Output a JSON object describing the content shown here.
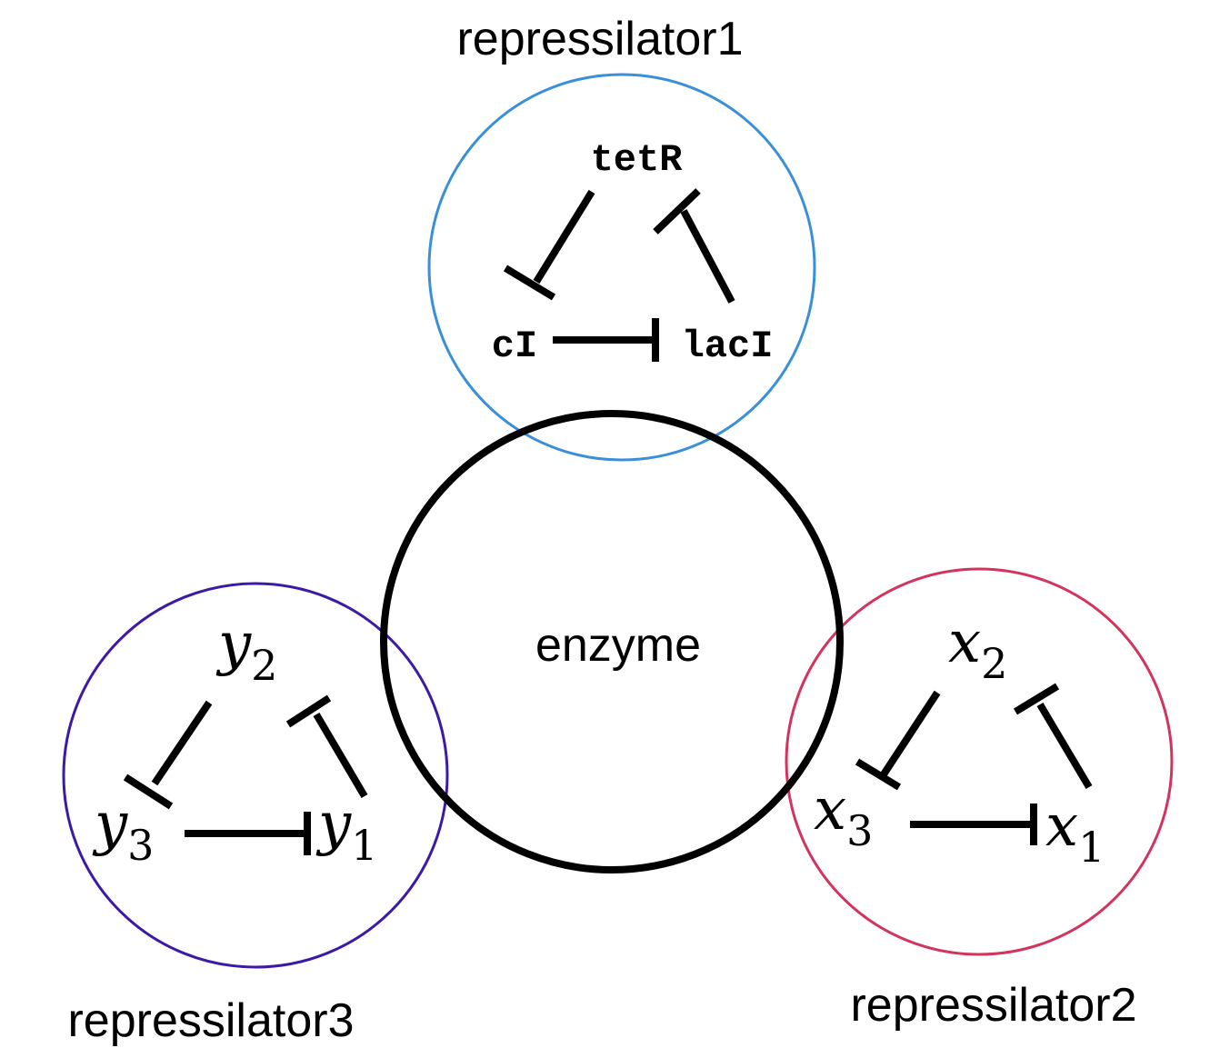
{
  "modules": {
    "top": {
      "title": "repressilator1",
      "color": "#3a8fd9",
      "genes": {
        "top": "tetR",
        "left": "cI",
        "right": "lacI"
      }
    },
    "right": {
      "title": "repressilator2",
      "color": "#d3345e",
      "genes": {
        "top": {
          "base": "x",
          "sub": "2"
        },
        "left": {
          "base": "x",
          "sub": "3"
        },
        "right": {
          "base": "x",
          "sub": "1"
        }
      }
    },
    "left": {
      "title": "repressilator3",
      "color": "#3d1aa6",
      "genes": {
        "top": {
          "base": "y",
          "sub": "2"
        },
        "left": {
          "base": "y",
          "sub": "3"
        },
        "right": {
          "base": "y",
          "sub": "1"
        }
      }
    }
  },
  "center": {
    "label": "enzyme",
    "color": "#000000"
  },
  "edges": [
    {
      "from": "tetR",
      "to": "cI",
      "type": "repression"
    },
    {
      "from": "cI",
      "to": "lacI",
      "type": "repression"
    },
    {
      "from": "lacI",
      "to": "tetR",
      "type": "repression"
    },
    {
      "from": "x2",
      "to": "x3",
      "type": "repression"
    },
    {
      "from": "x3",
      "to": "x1",
      "type": "repression"
    },
    {
      "from": "x1",
      "to": "x2",
      "type": "repression"
    },
    {
      "from": "y2",
      "to": "y3",
      "type": "repression"
    },
    {
      "from": "y3",
      "to": "y1",
      "type": "repression"
    },
    {
      "from": "y1",
      "to": "y2",
      "type": "repression"
    }
  ]
}
